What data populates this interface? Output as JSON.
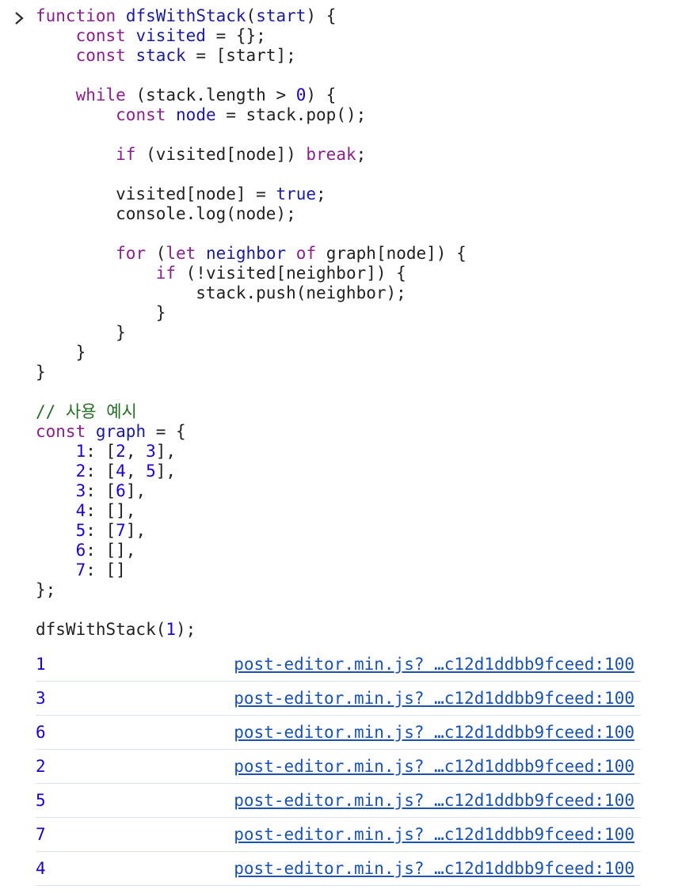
{
  "console": {
    "input_lines": [
      [
        {
          "t": "function",
          "c": "kw"
        },
        {
          "t": " ",
          "c": "pl"
        },
        {
          "t": "dfsWithStack",
          "c": "id"
        },
        {
          "t": "(",
          "c": "pl"
        },
        {
          "t": "start",
          "c": "id"
        },
        {
          "t": ") {",
          "c": "pl"
        }
      ],
      [
        {
          "t": "    ",
          "c": "pl"
        },
        {
          "t": "const",
          "c": "kw"
        },
        {
          "t": " ",
          "c": "pl"
        },
        {
          "t": "visited",
          "c": "id"
        },
        {
          "t": " = {};",
          "c": "pl"
        }
      ],
      [
        {
          "t": "    ",
          "c": "pl"
        },
        {
          "t": "const",
          "c": "kw"
        },
        {
          "t": " ",
          "c": "pl"
        },
        {
          "t": "stack",
          "c": "id"
        },
        {
          "t": " = [start];",
          "c": "pl"
        }
      ],
      [],
      [
        {
          "t": "    ",
          "c": "pl"
        },
        {
          "t": "while",
          "c": "kw"
        },
        {
          "t": " (stack.length > ",
          "c": "pl"
        },
        {
          "t": "0",
          "c": "num"
        },
        {
          "t": ") {",
          "c": "pl"
        }
      ],
      [
        {
          "t": "        ",
          "c": "pl"
        },
        {
          "t": "const",
          "c": "kw"
        },
        {
          "t": " ",
          "c": "pl"
        },
        {
          "t": "node",
          "c": "id"
        },
        {
          "t": " = stack.pop();",
          "c": "pl"
        }
      ],
      [],
      [
        {
          "t": "        ",
          "c": "pl"
        },
        {
          "t": "if",
          "c": "kw"
        },
        {
          "t": " (visited[node]) ",
          "c": "pl"
        },
        {
          "t": "break",
          "c": "kw"
        },
        {
          "t": ";",
          "c": "pl"
        }
      ],
      [],
      [
        {
          "t": "        visited[node] = ",
          "c": "pl"
        },
        {
          "t": "true",
          "c": "id"
        },
        {
          "t": ";",
          "c": "pl"
        }
      ],
      [
        {
          "t": "        console.log(node);",
          "c": "pl"
        }
      ],
      [],
      [
        {
          "t": "        ",
          "c": "pl"
        },
        {
          "t": "for",
          "c": "kw"
        },
        {
          "t": " (",
          "c": "pl"
        },
        {
          "t": "let",
          "c": "kw"
        },
        {
          "t": " ",
          "c": "pl"
        },
        {
          "t": "neighbor",
          "c": "id"
        },
        {
          "t": " ",
          "c": "pl"
        },
        {
          "t": "of",
          "c": "kw"
        },
        {
          "t": " graph[node]) {",
          "c": "pl"
        }
      ],
      [
        {
          "t": "            ",
          "c": "pl"
        },
        {
          "t": "if",
          "c": "kw"
        },
        {
          "t": " (!visited[neighbor]) {",
          "c": "pl"
        }
      ],
      [
        {
          "t": "                stack.push(neighbor);",
          "c": "pl"
        }
      ],
      [
        {
          "t": "            }",
          "c": "pl"
        }
      ],
      [
        {
          "t": "        }",
          "c": "pl"
        }
      ],
      [
        {
          "t": "    }",
          "c": "pl"
        }
      ],
      [
        {
          "t": "}",
          "c": "pl"
        }
      ],
      [],
      [
        {
          "t": "// 사용 예시",
          "c": "cm"
        }
      ],
      [
        {
          "t": "const",
          "c": "kw"
        },
        {
          "t": " ",
          "c": "pl"
        },
        {
          "t": "graph",
          "c": "id"
        },
        {
          "t": " = {",
          "c": "pl"
        }
      ],
      [
        {
          "t": "    ",
          "c": "pl"
        },
        {
          "t": "1",
          "c": "num"
        },
        {
          "t": ": [",
          "c": "pl"
        },
        {
          "t": "2",
          "c": "num"
        },
        {
          "t": ", ",
          "c": "pl"
        },
        {
          "t": "3",
          "c": "num"
        },
        {
          "t": "],",
          "c": "pl"
        }
      ],
      [
        {
          "t": "    ",
          "c": "pl"
        },
        {
          "t": "2",
          "c": "num"
        },
        {
          "t": ": [",
          "c": "pl"
        },
        {
          "t": "4",
          "c": "num"
        },
        {
          "t": ", ",
          "c": "pl"
        },
        {
          "t": "5",
          "c": "num"
        },
        {
          "t": "],",
          "c": "pl"
        }
      ],
      [
        {
          "t": "    ",
          "c": "pl"
        },
        {
          "t": "3",
          "c": "num"
        },
        {
          "t": ": [",
          "c": "pl"
        },
        {
          "t": "6",
          "c": "num"
        },
        {
          "t": "],",
          "c": "pl"
        }
      ],
      [
        {
          "t": "    ",
          "c": "pl"
        },
        {
          "t": "4",
          "c": "num"
        },
        {
          "t": ": [],",
          "c": "pl"
        }
      ],
      [
        {
          "t": "    ",
          "c": "pl"
        },
        {
          "t": "5",
          "c": "num"
        },
        {
          "t": ": [",
          "c": "pl"
        },
        {
          "t": "7",
          "c": "num"
        },
        {
          "t": "],",
          "c": "pl"
        }
      ],
      [
        {
          "t": "    ",
          "c": "pl"
        },
        {
          "t": "6",
          "c": "num"
        },
        {
          "t": ": [],",
          "c": "pl"
        }
      ],
      [
        {
          "t": "    ",
          "c": "pl"
        },
        {
          "t": "7",
          "c": "num"
        },
        {
          "t": ": []",
          "c": "pl"
        }
      ],
      [
        {
          "t": "};",
          "c": "pl"
        }
      ],
      [],
      [
        {
          "t": "dfsWithStack(",
          "c": "pl"
        },
        {
          "t": "1",
          "c": "num"
        },
        {
          "t": ");",
          "c": "pl"
        }
      ]
    ],
    "output_rows": [
      {
        "value": "1",
        "source": "post-editor.min.js? …c12d1ddbb9fceed:100"
      },
      {
        "value": "3",
        "source": "post-editor.min.js? …c12d1ddbb9fceed:100"
      },
      {
        "value": "6",
        "source": "post-editor.min.js? …c12d1ddbb9fceed:100"
      },
      {
        "value": "2",
        "source": "post-editor.min.js? …c12d1ddbb9fceed:100"
      },
      {
        "value": "5",
        "source": "post-editor.min.js? …c12d1ddbb9fceed:100"
      },
      {
        "value": "7",
        "source": "post-editor.min.js? …c12d1ddbb9fceed:100"
      },
      {
        "value": "4",
        "source": "post-editor.min.js? …c12d1ddbb9fceed:100"
      }
    ]
  }
}
